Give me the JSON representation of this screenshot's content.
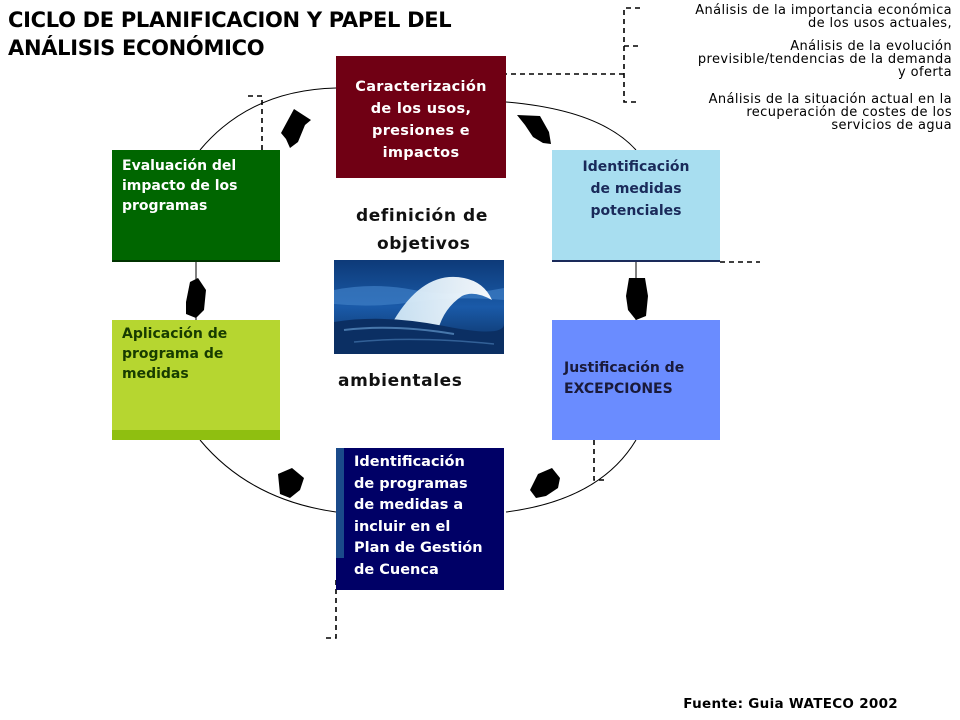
{
  "title": [
    "CICLO DE PLANIFICACION Y PAPEL DEL",
    "ANÁLISIS ECONÓMICO"
  ],
  "notes": [
    [
      "Análisis de la importancia económica",
      "de los usos actuales,"
    ],
    [
      "Análisis de la evolución",
      "previsible/tendencias de la demanda",
      "y oferta"
    ],
    [
      "Análisis de la situación actual en la",
      "recuperación de costes de los",
      "servicios de agua"
    ]
  ],
  "boxes": {
    "caracterizacion": [
      "Caracterización",
      "de los usos,",
      "presiones e",
      "impactos"
    ],
    "identificacion_medidas": [
      "Identificación",
      "de medidas",
      "potenciales"
    ],
    "justificacion": [
      "Justificación de",
      "EXCEPCIONES"
    ],
    "programas": [
      "Identificación",
      "de programas",
      "de medidas a",
      "incluir en el",
      "Plan de Gestión",
      "de Cuenca"
    ],
    "aplicacion": [
      "Aplicación de",
      "programa de",
      "medidas"
    ],
    "evaluacion": [
      "Evaluación del",
      "impacto de los",
      "programas"
    ]
  },
  "center": {
    "line1": "definición de",
    "line2": "objetivos",
    "line3": "ambientales"
  },
  "source": "Fuente: Guia WATECO 2002",
  "colors": {
    "caracterizacion": "#700014",
    "identificacion_medidas": "#a8def0",
    "justificacion": "#6a8cff",
    "programas": "#000066",
    "aplicacion": "#b6d630",
    "evaluacion": "#006600"
  }
}
